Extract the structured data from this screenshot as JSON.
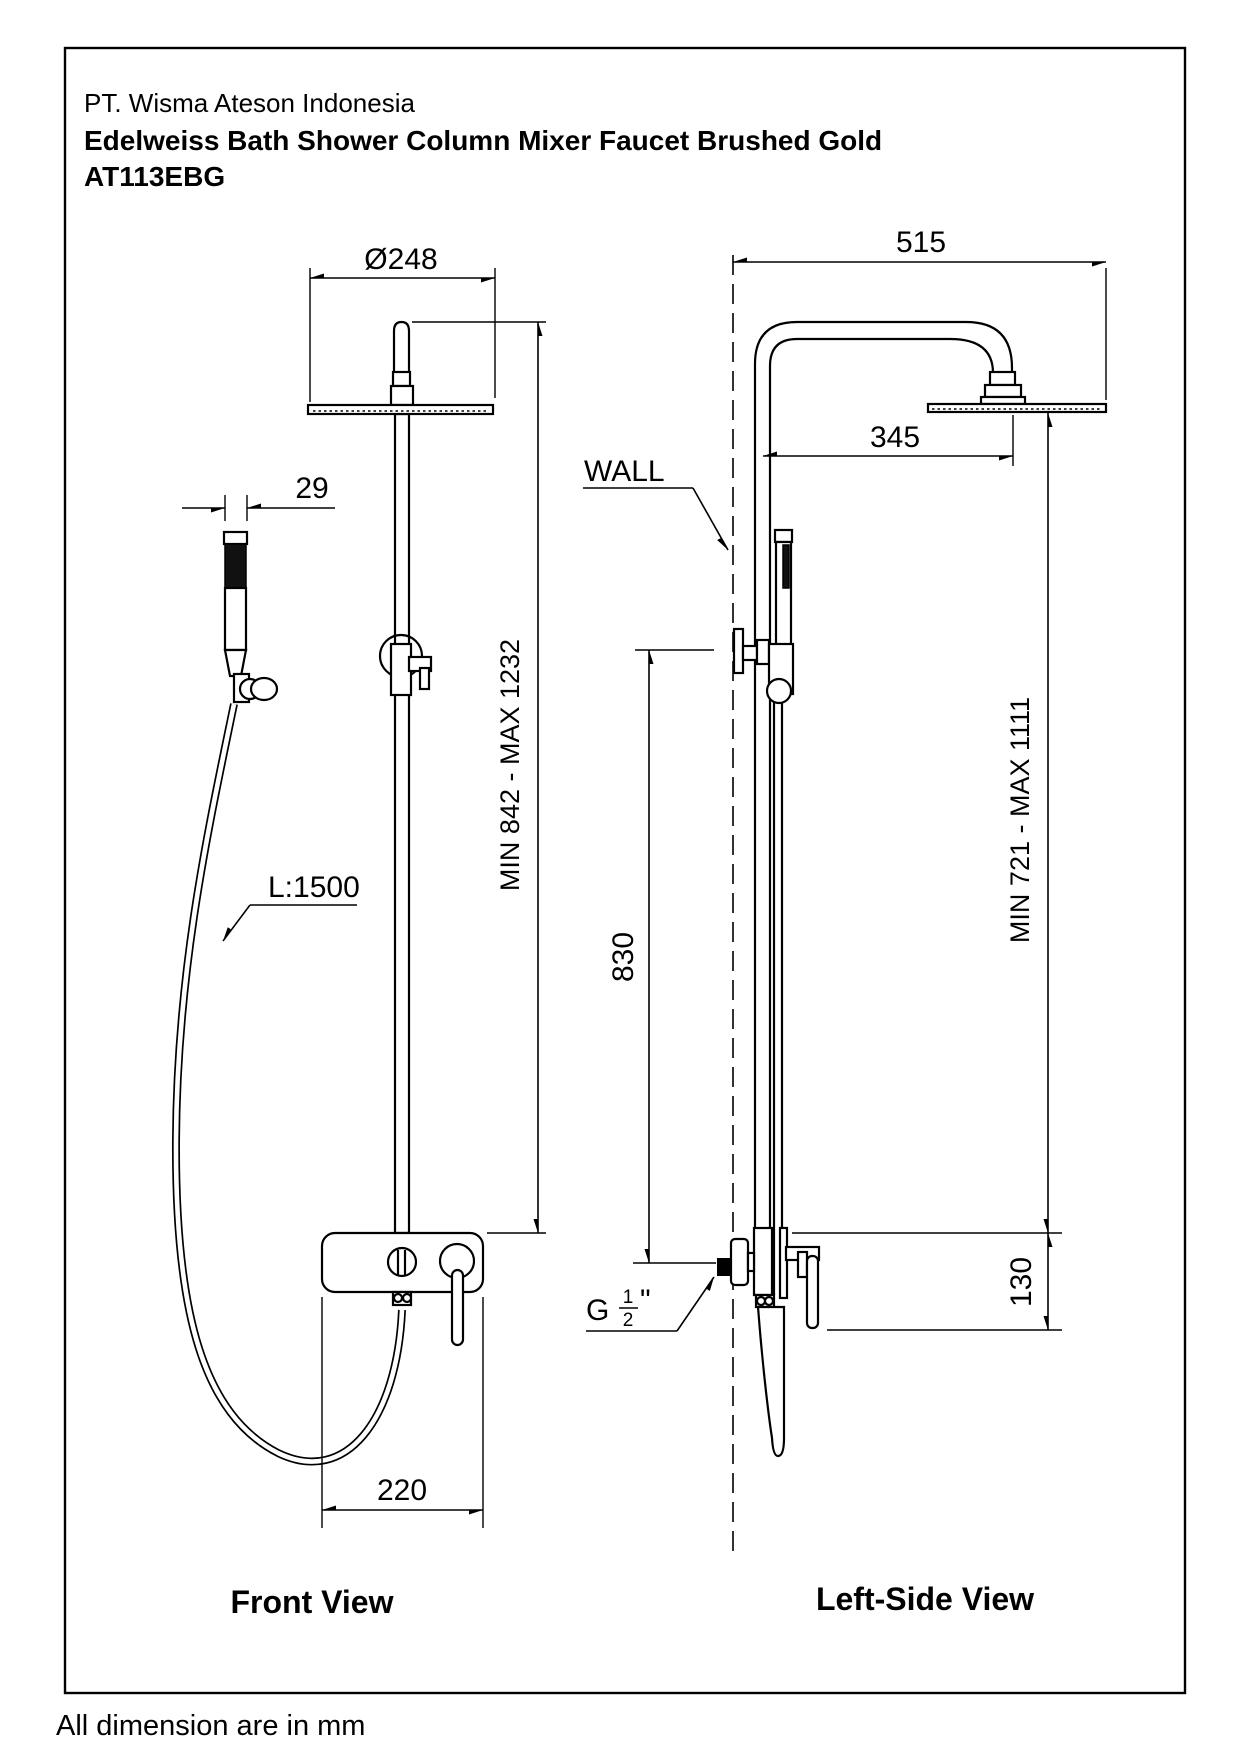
{
  "header": {
    "company": "PT. Wisma Ateson Indonesia",
    "product": "Edelweiss Bath Shower Column Mixer Faucet Brushed Gold",
    "model": "AT113EBG"
  },
  "views": {
    "front_label": "Front View",
    "side_label": "Left-Side View"
  },
  "dimensions": {
    "head_diameter": "Ø248",
    "hand_shower_width": "29",
    "front_height_range": "MIN 842 - MAX 1232",
    "hose_length": "L:1500",
    "mixer_width": "220",
    "arm_depth": "515",
    "head_offset": "345",
    "wall_label": "WALL",
    "slider_height": "830",
    "side_height_range": "MIN 721 - MAX 1111",
    "spout_drop": "130",
    "inlet_thread_g": "G",
    "inlet_thread_num": "1",
    "inlet_thread_den": "2",
    "inlet_thread_inch": "\""
  },
  "footer": {
    "note": "All dimension are in mm"
  },
  "colors": {
    "line": "#000000",
    "background": "#ffffff"
  }
}
